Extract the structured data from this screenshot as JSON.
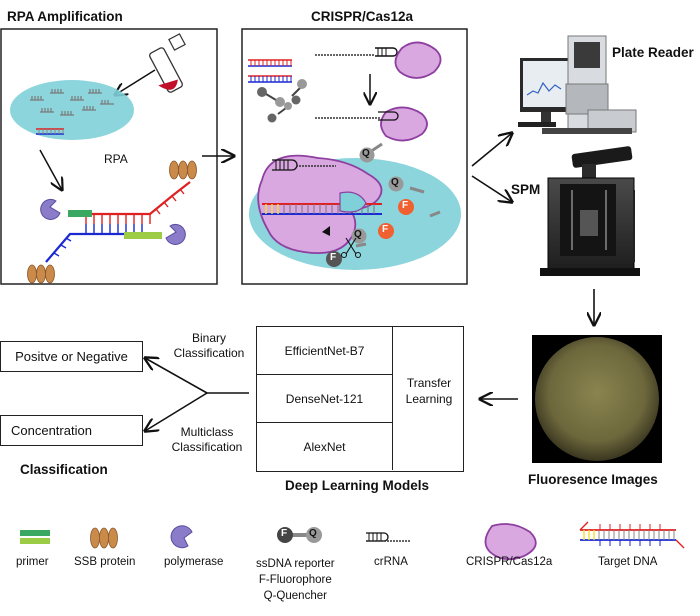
{
  "panels": {
    "rpa": {
      "title": "RPA Amplification",
      "step_label": "RPA"
    },
    "crispr": {
      "title": "CRISPR/Cas12a"
    }
  },
  "instruments": {
    "plate_reader": "Plate Reader",
    "spm": "SPM"
  },
  "models": {
    "items": [
      "EfficientNet-B7",
      "DenseNet-121",
      "AlexNet"
    ],
    "transfer": [
      "Transfer",
      "Learning"
    ],
    "caption": "Deep Learning Models"
  },
  "classification": {
    "binary_label": [
      "Binary",
      "Classification"
    ],
    "multiclass_label": [
      "Multiclass",
      "Classification"
    ],
    "outputs": [
      "Positve or Negative",
      "Concentration"
    ],
    "caption": "Classification"
  },
  "fluorescence": {
    "caption": "Fluoresence Images"
  },
  "quencher_letter": "Q",
  "fluorophore_letter": "F",
  "legend": {
    "primer": "primer",
    "ssb": "SSB protein",
    "polymerase": "polymerase",
    "reporter": [
      "ssDNA reporter",
      "F-Fluorophore",
      "Q-Quencher"
    ],
    "crrna": "crRNA",
    "cas": "CRISPR/Cas12a",
    "target": "Target DNA"
  },
  "colors": {
    "ellipse": "#7fd0d8",
    "cas_fill": "#d9a8e0",
    "cas_stroke": "#8e3fa0",
    "dna_red": "#e02020",
    "dna_blue": "#1a2ad0",
    "fluorophore": "#f06030",
    "ssb": "#c98a4a",
    "polymerase": "#8a7cc8",
    "primer_green": "#3aa860",
    "primer_lime": "#9ccc45",
    "yellow": "#f2e030"
  }
}
